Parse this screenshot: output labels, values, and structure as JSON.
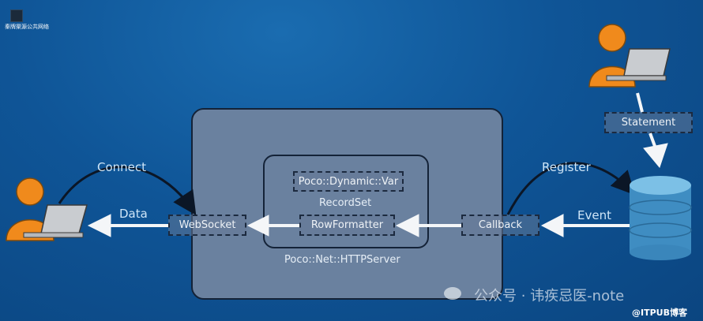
{
  "corner_logo": {
    "text": "秦牌渠源公共网络"
  },
  "diagram": {
    "server_label": "Poco::Net::HTTPServer",
    "inner_label": "RecordSet",
    "dynamic_var": "Poco::Dynamic::Var",
    "row_formatter": "RowFormatter",
    "websocket": "WebSocket",
    "callback": "Callback",
    "statement": "Statement",
    "connect": "Connect",
    "data": "Data",
    "register": "Register",
    "event": "Event"
  },
  "watermark": {
    "wechat": "公众号 · 讳疾忌医-note",
    "itpub": "@ITPUB博客"
  },
  "colors": {
    "user_orange": "#f08a1c",
    "db_blue": "#5aa6d6",
    "box": "#6a819f"
  }
}
